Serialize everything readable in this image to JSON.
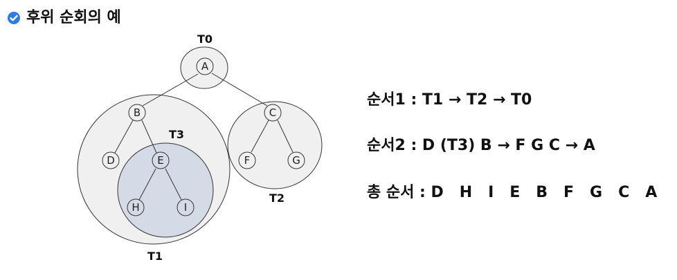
{
  "title": "후위 순회의 예",
  "icons": {
    "heading_marker": "check-circle-icon"
  },
  "colors": {
    "accent": "#2f7de1",
    "subtree_fill": "#f0f0f0",
    "inner_subtree_fill": "#d4dae6",
    "stroke": "#333333"
  },
  "tree": {
    "subtrees": [
      {
        "id": "T0",
        "label": "T0"
      },
      {
        "id": "T1",
        "label": "T1"
      },
      {
        "id": "T2",
        "label": "T2"
      },
      {
        "id": "T3",
        "label": "T3"
      }
    ],
    "nodes": [
      {
        "id": "A",
        "label": "A"
      },
      {
        "id": "B",
        "label": "B"
      },
      {
        "id": "C",
        "label": "C"
      },
      {
        "id": "D",
        "label": "D"
      },
      {
        "id": "E",
        "label": "E"
      },
      {
        "id": "F",
        "label": "F"
      },
      {
        "id": "G",
        "label": "G"
      },
      {
        "id": "H",
        "label": "H"
      },
      {
        "id": "I",
        "label": "I"
      }
    ],
    "edges": [
      {
        "from": "A",
        "to": "B"
      },
      {
        "from": "A",
        "to": "C"
      },
      {
        "from": "B",
        "to": "D"
      },
      {
        "from": "B",
        "to": "E"
      },
      {
        "from": "C",
        "to": "F"
      },
      {
        "from": "C",
        "to": "G"
      },
      {
        "from": "E",
        "to": "H"
      },
      {
        "from": "E",
        "to": "I"
      }
    ]
  },
  "sequences": [
    {
      "text": "순서1 : T1 → T2 → T0"
    },
    {
      "text": "순서2 : D (T3) B → F G C → A"
    },
    {
      "text": "총 순서 : D   H   I   E   B   F   G   C   A"
    }
  ]
}
